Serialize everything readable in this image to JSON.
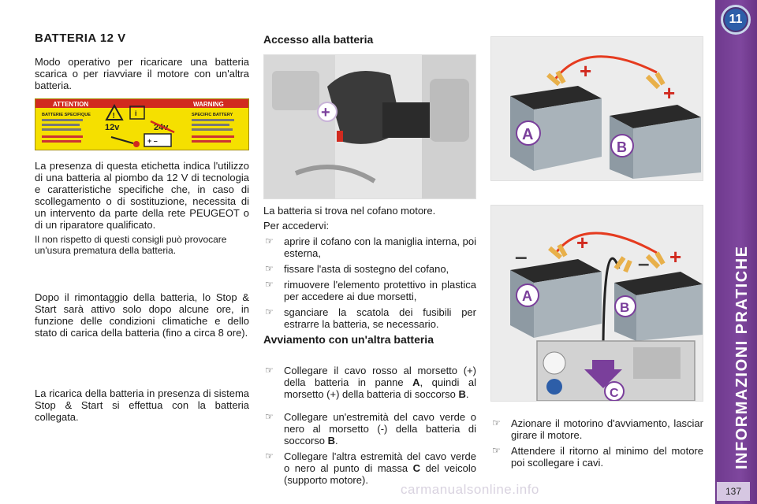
{
  "left": {
    "title": "BATTERIA 12 V",
    "intro": "Modo operativo per ricaricare una batteria scarica o per riavviare il motore con un'altra batteria.",
    "label_attention": "ATTENTION",
    "label_warning": "WARNING",
    "label_text1": "BATTERIE SPECIFIQUE",
    "label_text2": "SPECIFIC BATTERY",
    "label_12v": "12v",
    "label_24v": "24v",
    "para1": "La presenza di questa etichetta indica l'utilizzo di una batteria al piombo da 12 V di tecnologia e caratteristiche specifiche che, in caso di scollegamento o di sostituzione, necessita di un intervento da parte della rete PEUGEOT o di un riparatore qualificato.",
    "para1_note": "Il non rispetto di questi consigli può provocare un'usura prematura della batteria.",
    "para2": "Dopo il rimontaggio della batteria, lo Stop & Start sarà attivo solo dopo alcune ore, in funzione delle condizioni climatiche e dello stato di carica della batteria (fino a circa 8 ore).",
    "para3": "La ricarica della batteria in presenza di sistema Stop & Start si effettua con la batteria collegata."
  },
  "middle": {
    "access_title": "Accesso alla batteria",
    "access_intro": "La batteria si trova nel cofano motore.",
    "access_sub": "Per accedervi:",
    "access_steps": [
      "aprire il cofano con la maniglia interna, poi esterna,",
      "fissare l'asta di sostegno del cofano,",
      "rimuovere l'elemento protettivo in plastica per accedere ai due morsetti,",
      "sganciare la scatola dei fusibili per estrarre la batteria, se necessario."
    ],
    "start_title": "Avviamento con un'altra batteria",
    "start_step1_pre": "Collegare il cavo rosso al morsetto (+) della batteria in panne ",
    "start_step1_bold": "A",
    "start_step1_mid": ", quindi al morsetto (+) della batteria di soccorso ",
    "start_step1_bold2": "B",
    "start_step1_end": ".",
    "start_step2_pre": "Collegare un'estremità del cavo verde o nero al morsetto (-) della batteria di soccorso ",
    "start_step2_bold": "B",
    "start_step2_end": ".",
    "start_step3_pre": "Collegare l'altra estremità del cavo verde o nero al punto di massa ",
    "start_step3_bold": "C",
    "start_step3_end": " del veicolo (supporto motore)."
  },
  "right": {
    "diagram_a": "A",
    "diagram_b": "B",
    "diagram_c": "C",
    "plus": "+",
    "minus": "–",
    "steps": [
      "Azionare il motorino d'avviamento, lasciar girare il motore.",
      "Attendere il ritorno al minimo del motore poi scollegare i cavi."
    ]
  },
  "sidebar": {
    "chapter": "11",
    "title": "INFORMAZIONI PRATICHE",
    "page": "137"
  },
  "watermark": "carmanualsonline.info",
  "icons": {
    "bullet": "pointing-hand-icon"
  },
  "colors": {
    "sidebar": "#7f479e",
    "label": "#f5e000",
    "cable_red": "#e53b1f"
  }
}
